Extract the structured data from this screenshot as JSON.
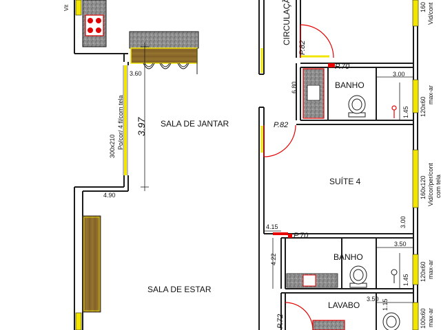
{
  "labels": {
    "sala_jantar": "SALA DE JANTAR",
    "sala_estar": "SALA DE ESTAR",
    "suite_4": "SUÍTE 4",
    "banho_1": "BANHO",
    "banho_2": "BANHO",
    "lavabo": "LAVABO",
    "circulacao": "CIRCULAÇÃO",
    "vit": "Vit"
  },
  "doors": {
    "p82_top": "P.82",
    "p70_top": "P.70",
    "p82_suite": "P.82",
    "p70_mid": "P.70",
    "p72_bottom": "P.72"
  },
  "dimensions": {
    "d_397": "3.97",
    "d_360": "3.60",
    "d_490": "4.90",
    "d_680": "6.80",
    "d_300_banho": "3.00",
    "d_145_top": "1.45",
    "d_300_suite": "3.00",
    "d_415": "4.15",
    "d_422": "4.22",
    "d_350": "3.50",
    "d_145_bottom": "1.45",
    "d_350_lavabo": "3.50",
    "d_115": "1.15"
  },
  "windows": {
    "win_left_top_1": "300x210",
    "win_left_top_2": "Po/cor/ 4 fl/com tela",
    "win_right_banho_1": "120x60",
    "win_right_banho_2": "max-ar",
    "win_right_suite_1": "160x120",
    "win_right_suite_2": "Vid/cor/per/cont",
    "win_right_suite_3": "com tela",
    "win_right_banho2_1": "120x60",
    "win_right_banho2_2": "max-ar",
    "win_right_lavabo_1": "100x60",
    "win_right_lavabo_2": "max-ar",
    "win_top_right_1": "160",
    "win_top_right_2": "Vid/cont"
  },
  "colors": {
    "wall": "#1a1a1a",
    "window": "#f2e600",
    "door": "#e60000",
    "counter": "#8a8a8a",
    "wood": "#8c6b2b"
  }
}
